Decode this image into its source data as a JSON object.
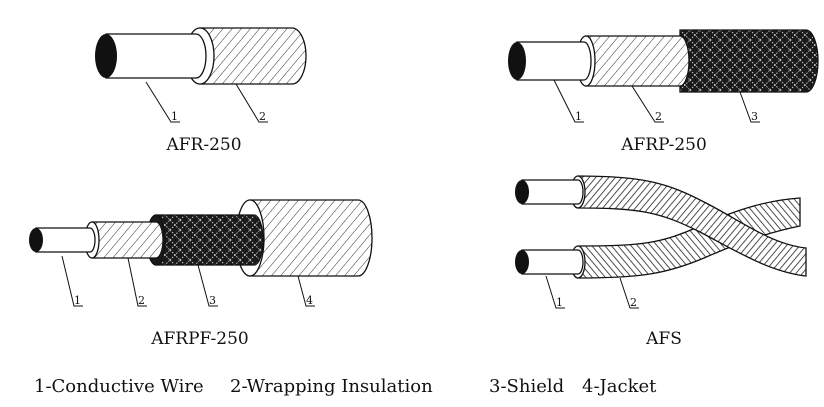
{
  "cables": [
    {
      "caption": "AFR-250",
      "labels": [
        "1",
        "2"
      ]
    },
    {
      "caption": "AFRP-250",
      "labels": [
        "1",
        "2",
        "3"
      ]
    },
    {
      "caption": "AFRPF-250",
      "labels": [
        "1",
        "2",
        "3",
        "4"
      ]
    },
    {
      "caption": "AFS",
      "labels": [
        "1",
        "2"
      ]
    }
  ],
  "legend": {
    "item1": "1-Conductive Wire",
    "item2": "2-Wrapping Insulation",
    "item3": "3-Shield",
    "item4": "4-Jacket"
  }
}
